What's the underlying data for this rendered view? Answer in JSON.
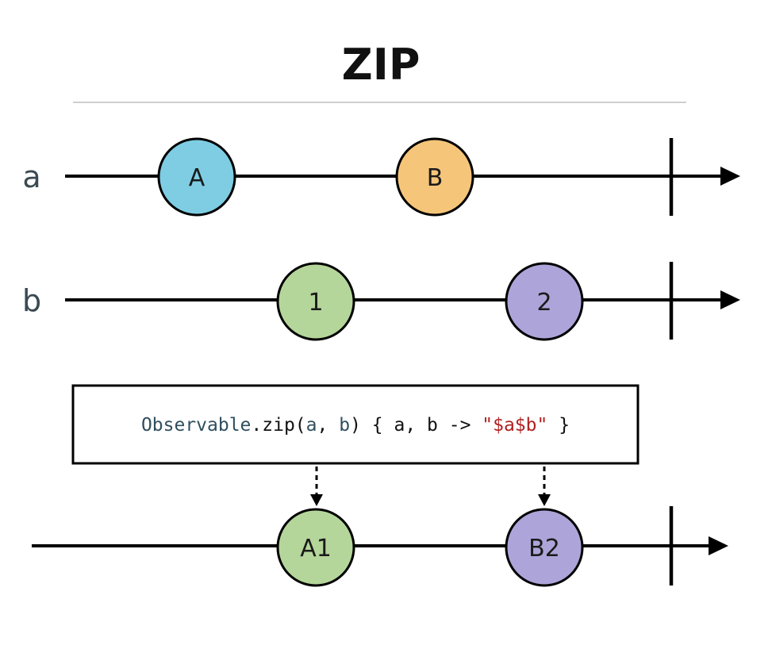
{
  "title": "ZIP",
  "streams": [
    {
      "id": "a",
      "label": "a",
      "marbles": [
        {
          "text": "A",
          "color": "#7ecde3"
        },
        {
          "text": "B",
          "color": "#f5c57a"
        }
      ]
    },
    {
      "id": "b",
      "label": "b",
      "marbles": [
        {
          "text": "1",
          "color": "#b5d69a"
        },
        {
          "text": "2",
          "color": "#ada5d9"
        }
      ]
    },
    {
      "id": "result",
      "label": "",
      "marbles": [
        {
          "text": "A1",
          "color": "#b5d69a"
        },
        {
          "text": "B2",
          "color": "#ada5d9"
        }
      ]
    }
  ],
  "operator": {
    "code_type": "Observable",
    "code_method": ".zip(",
    "code_param_a": "a",
    "code_sep": ", ",
    "code_param_b": "b",
    "code_body": ") { a, b -> ",
    "code_string": "\"$a$b\"",
    "code_end": " }"
  },
  "colors": {
    "line": "#000000",
    "title_rule": "#bfbfbf",
    "label": "#3b4a52"
  }
}
